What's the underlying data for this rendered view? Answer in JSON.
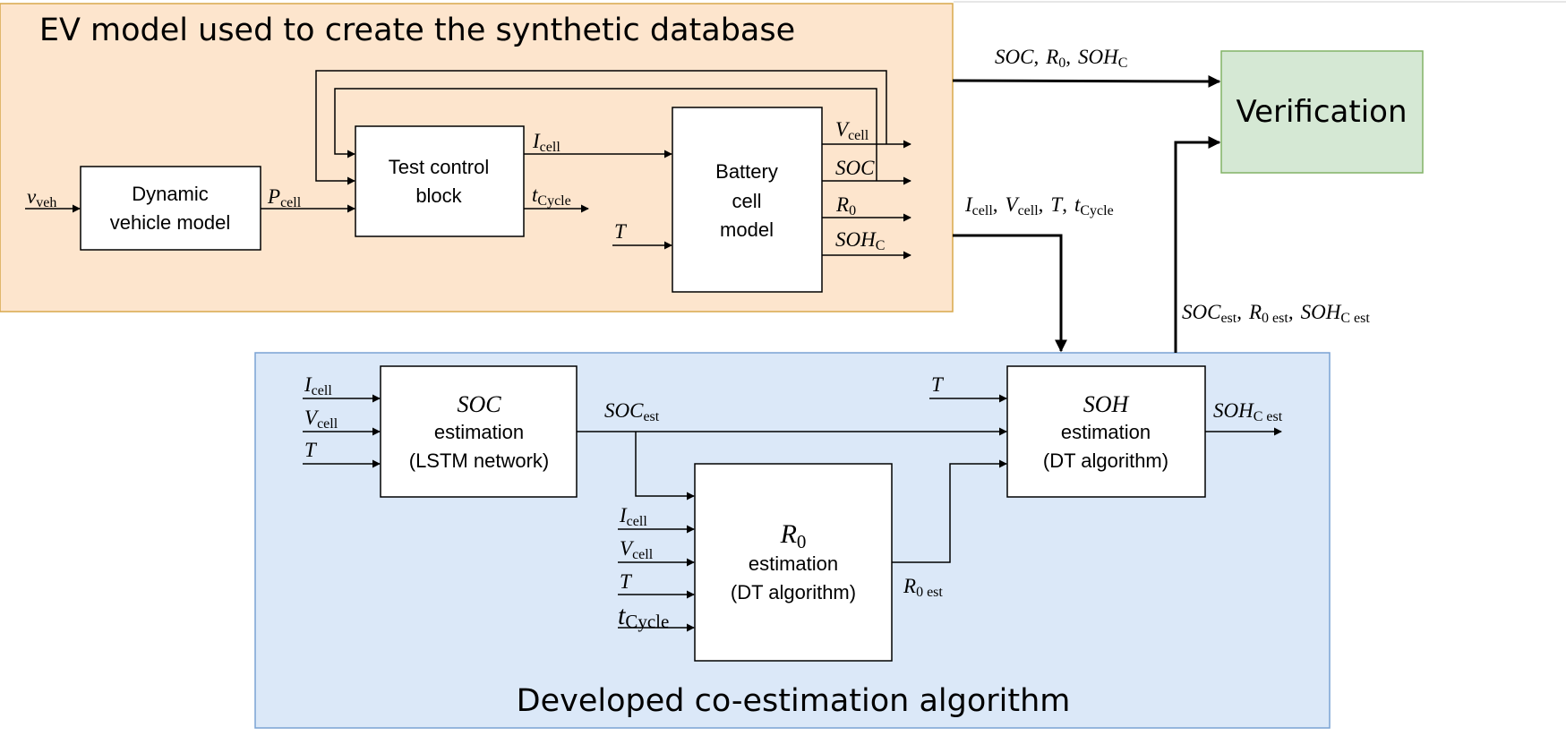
{
  "ev_group": {
    "title": "EV model used to create the synthetic database",
    "fill": "#fde5cd",
    "stroke": "#d8a84c"
  },
  "co_group": {
    "title": "Developed co-estimation algorithm",
    "fill": "#dbe8f8",
    "stroke": "#7aa2d4"
  },
  "verification": {
    "label": "Verification",
    "fill": "#d5e8d4",
    "stroke": "#82b366"
  },
  "blocks": {
    "dynamic_vehicle": [
      "Dynamic",
      "vehicle model"
    ],
    "test_control": [
      "Test control",
      "block"
    ],
    "battery_cell": [
      "Battery",
      "cell",
      "model"
    ],
    "soc_est": {
      "symbol": "SOC",
      "line1": "estimation",
      "line2": "(LSTM network)"
    },
    "r0_est": {
      "symbol": "R",
      "sub": "0",
      "line1": "estimation",
      "line2": "(DT algorithm)"
    },
    "soh_est": {
      "symbol": "SOH",
      "line1": "estimation",
      "line2": "(DT algorithm)"
    }
  },
  "signals": {
    "v": "v",
    "veh": "veh",
    "P": "P",
    "I": "I",
    "V": "V",
    "t": "t",
    "T": "T",
    "cell": "cell",
    "Cycle": "Cycle",
    "SOC": "SOC",
    "SOH": "SOH",
    "R": "R",
    "zero": "0",
    "C": "C",
    "est": "est",
    "zero_est": "0 est",
    "C_est": "C est",
    "comma": ","
  }
}
